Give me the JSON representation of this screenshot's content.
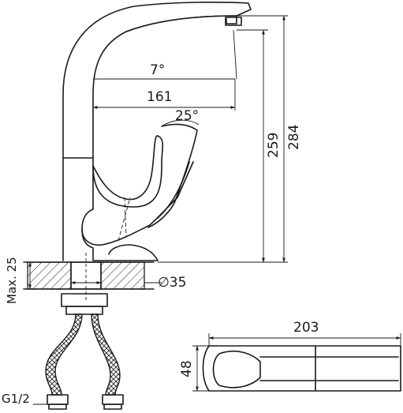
{
  "dimensions": {
    "spout_angle": "7°",
    "spout_reach": "161",
    "handle_angle": "25°",
    "spout_height": "259",
    "total_height": "284",
    "max_counter_thickness": "Max. 25",
    "hole_diameter": "∅35",
    "thread_size": "G1/2",
    "top_view_length": "203",
    "top_view_width": "48"
  }
}
